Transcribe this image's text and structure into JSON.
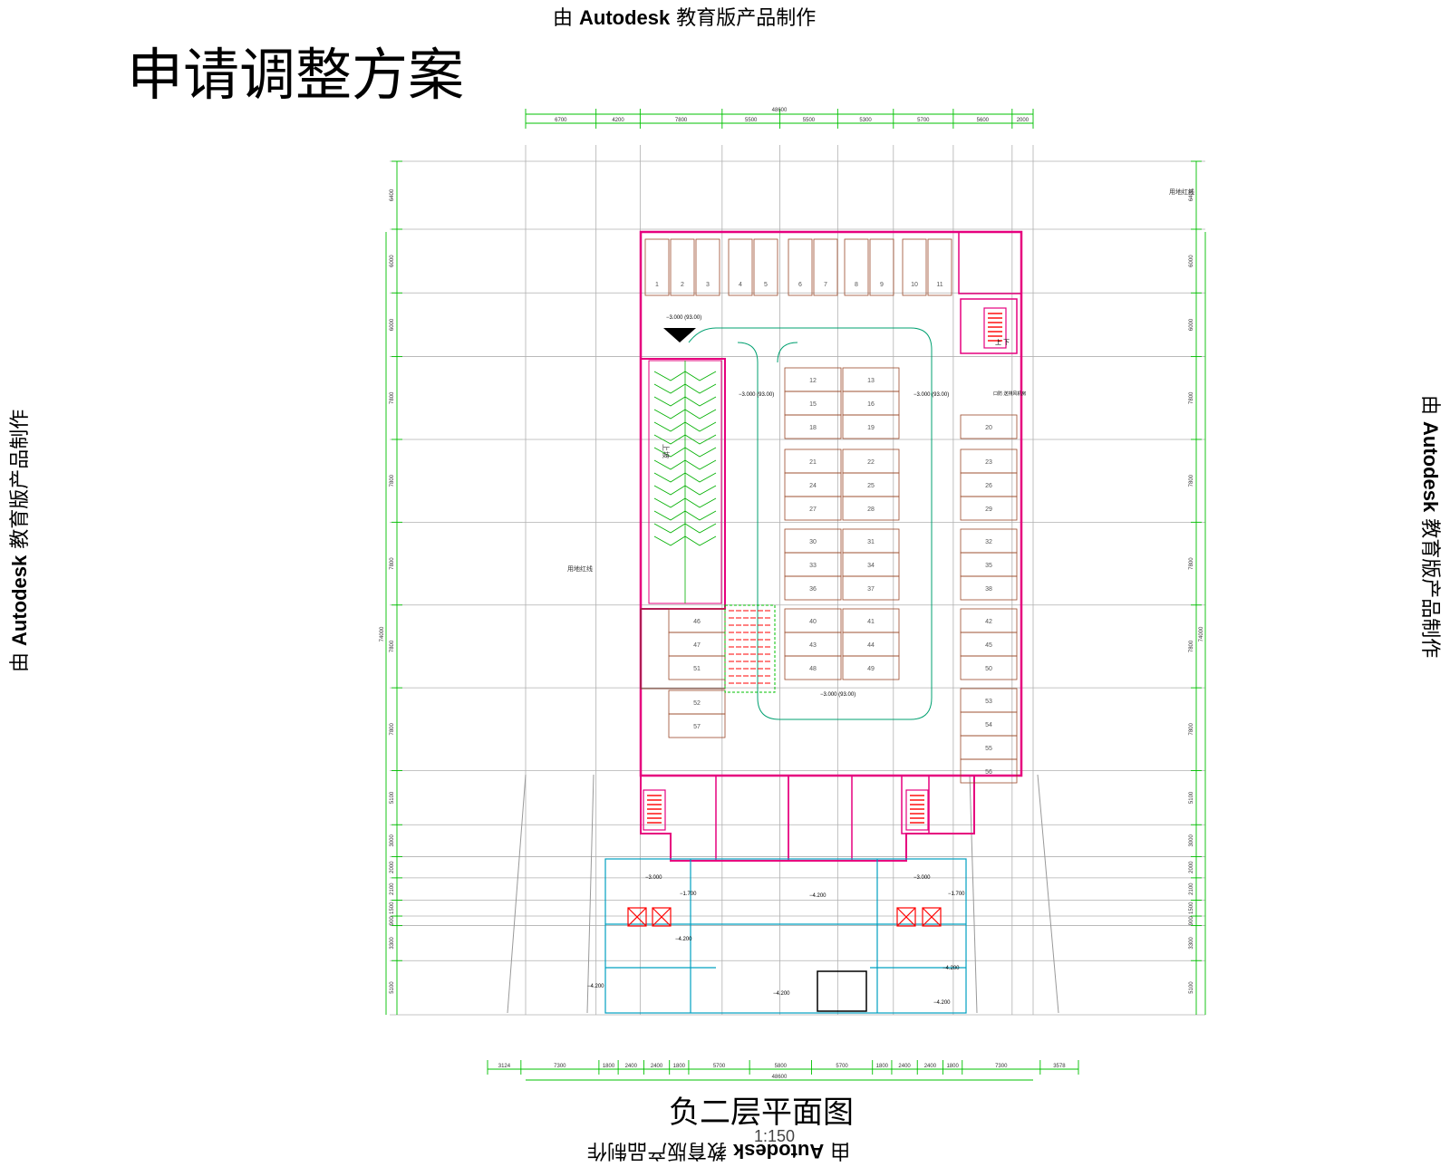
{
  "watermark": {
    "prefix": "由 ",
    "brand": "Autodesk",
    "suffix": " 教育版产品制作"
  },
  "title": "申请调整方案",
  "drawing": {
    "name": "负二层平面图",
    "scale": "1:150"
  },
  "dims": {
    "top_total": "48600",
    "top": [
      "6700",
      "4200",
      "7800",
      "5500",
      "5500",
      "5300",
      "5700",
      "5600",
      "2000"
    ],
    "bottom_total": "48600",
    "bottom": [
      "3124",
      "7300",
      "1800",
      "2400",
      "2400",
      "1800",
      "5700",
      "5800",
      "5700",
      "1800",
      "2400",
      "2400",
      "1800",
      "7300",
      "3578"
    ],
    "left_total": "74000",
    "left": [
      "6400",
      "6000",
      "6000",
      "7800",
      "7800",
      "7800",
      "7800",
      "7800",
      "5100",
      "3000",
      "2000",
      "2100",
      "1500",
      "900",
      "3300",
      "5100"
    ]
  },
  "labels": {
    "site_line": "用地红线",
    "ramp": "上坡",
    "up_down": "上 下",
    "elev_lot": "−3.000 (93.00)",
    "elev_a": "−3.000",
    "elev_b": "−1.700",
    "elev_c": "−4.200",
    "exit_label": "口防\n送排风机房"
  },
  "parking_top": [
    "1",
    "2",
    "3",
    "4",
    "5",
    "6",
    "7",
    "8",
    "9",
    "10",
    "11"
  ],
  "parking_center": [
    "12",
    "13",
    "15",
    "16",
    "18",
    "19",
    "21",
    "22",
    "24",
    "25",
    "27",
    "28",
    "30",
    "31",
    "33",
    "34",
    "36",
    "37",
    "40",
    "41",
    "43",
    "44",
    "48",
    "49"
  ],
  "parking_right": [
    "20",
    "23",
    "26",
    "29",
    "32",
    "35",
    "38",
    "42",
    "45",
    "50",
    "53",
    "54",
    "55",
    "56"
  ],
  "parking_left": [
    "46",
    "47",
    "51",
    "52",
    "57"
  ],
  "colors": {
    "magenta": "#e6007e",
    "green": "#00c000",
    "cyan": "#00a0c0",
    "brown": "#9b4a2a",
    "grey": "#a0a0a0",
    "red": "#ff0000"
  }
}
